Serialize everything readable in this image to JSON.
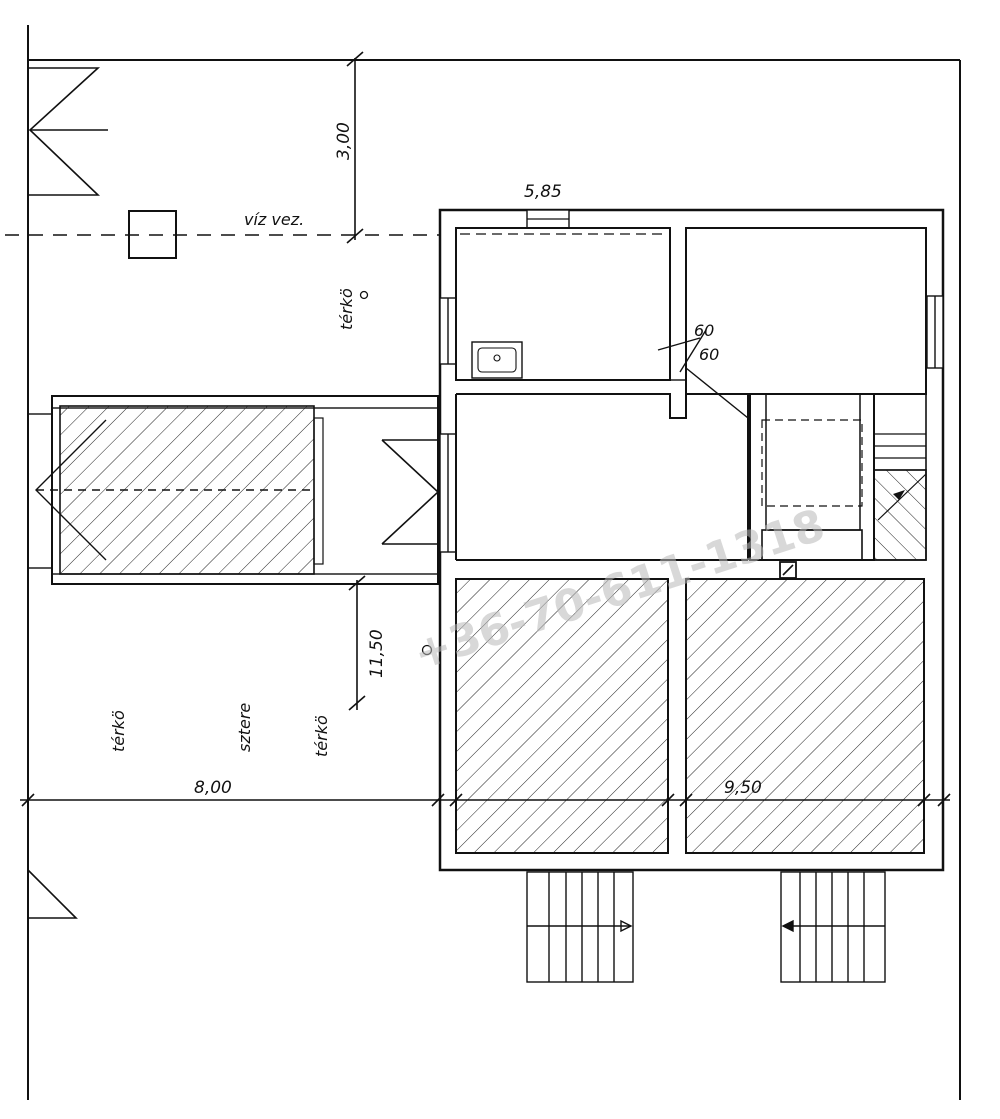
{
  "dimensions": {
    "top_width": "5,85",
    "vertical_top": "3,00",
    "vertical_middle": "11,50",
    "bottom_left": "8,00",
    "bottom_right": "9,50",
    "opening_a": "60",
    "opening_b": "60"
  },
  "labels": {
    "water_line": "víz vez.",
    "paving_top": "térkö",
    "paving_left": "térkö",
    "paving_right": "térkö",
    "shrub": "sztere"
  },
  "watermark": "+36-70-611-1318"
}
